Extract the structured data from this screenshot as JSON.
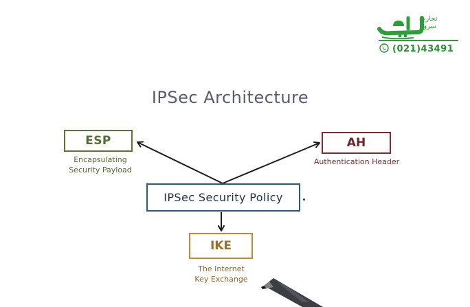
{
  "logo": {
    "brand_text": "پارسه",
    "tag_line1": "تجارت",
    "tag_line2": "سرور",
    "phone": "(021)43491",
    "phone_icon": "phone-icon",
    "color": "#2f9d3a"
  },
  "diagram": {
    "title": "IPSec Architecture",
    "nodes": {
      "esp": {
        "label": "ESP",
        "sublabel_line1": "Encapsulating",
        "sublabel_line2": "Security Payload",
        "color": "#5b7434"
      },
      "ah": {
        "label": "AH",
        "sublabel_line1": "Authentication Header",
        "color": "#7a2c31"
      },
      "policy": {
        "label": "IPSec Security Policy",
        "color": "#2a5a78"
      },
      "ike": {
        "label": "IKE",
        "sublabel_line1": "The Internet",
        "sublabel_line2": "Key Exchange",
        "color": "#b98b3d"
      }
    },
    "arrows": [
      {
        "from": "policy",
        "to": "esp"
      },
      {
        "from": "policy",
        "to": "ah"
      },
      {
        "from": "policy",
        "to": "ike"
      }
    ],
    "pen_icon": "pen-icon"
  }
}
